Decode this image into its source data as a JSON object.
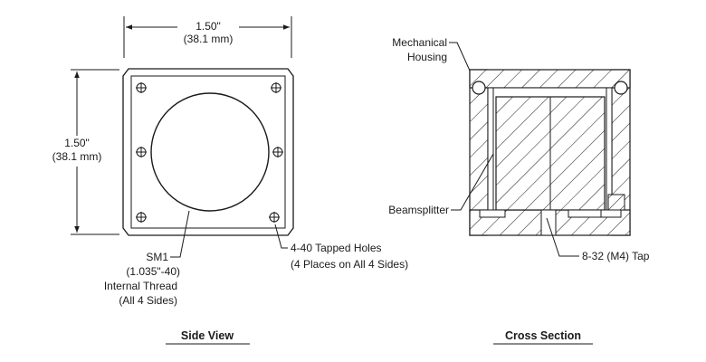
{
  "side_view": {
    "title": "Side View",
    "width_dim": {
      "inch": "1.50\"",
      "mm": "(38.1 mm)"
    },
    "height_dim": {
      "inch": "1.50\"",
      "mm": "(38.1 mm)"
    },
    "sm1_callout": [
      "SM1",
      "(1.035\"-40)",
      "Internal Thread",
      "(All 4 Sides)"
    ],
    "tapped_holes_callout": [
      "4-40 Tapped Holes",
      "(4 Places on All 4 Sides)"
    ]
  },
  "cross_section": {
    "title": "Cross Section",
    "housing_callout": [
      "Mechanical",
      "Housing"
    ],
    "beamsplitter_label": "Beamsplitter",
    "tap_label": "8-32 (M4) Tap"
  }
}
